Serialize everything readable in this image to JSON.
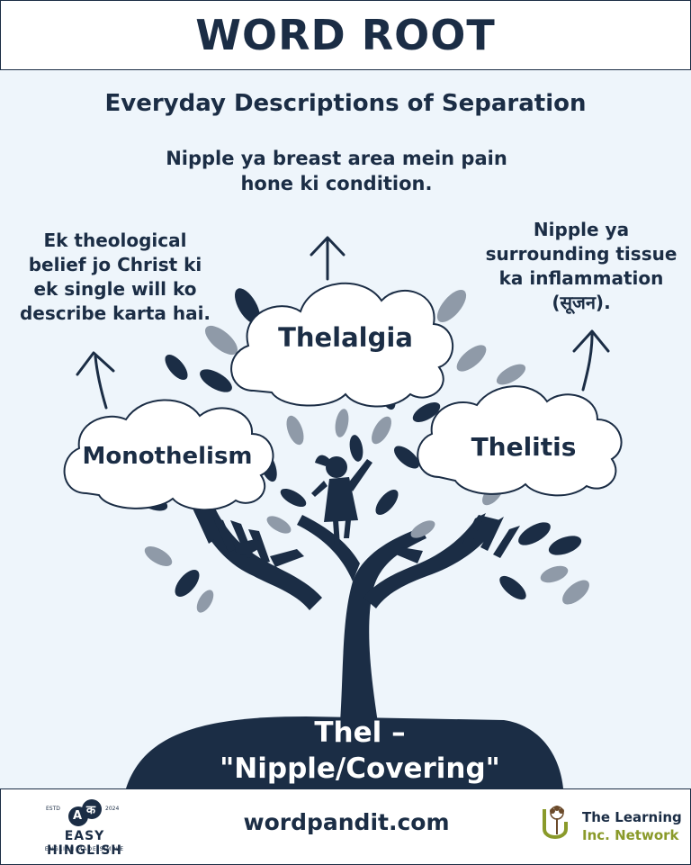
{
  "header": {
    "title": "WORD ROOT"
  },
  "main": {
    "subtitle": "Everyday Descriptions of Separation",
    "top_description": [
      "Nipple ya breast area mein pain",
      "hone ki condition."
    ],
    "left_description": [
      "Ek theological",
      "belief jo Christ ki",
      "ek single will ko",
      "describe karta hai."
    ],
    "right_description": [
      "Nipple ya",
      "surrounding tissue",
      "ka inflammation",
      "(सूजन)."
    ],
    "words": {
      "center": "Thelalgia",
      "left": "Monothelism",
      "right": "Thelitis"
    },
    "root": {
      "line1": "Thel –",
      "line2": "\"Nipple/Covering\""
    },
    "colors": {
      "navy": "#1b2d45",
      "background": "#eef5fb",
      "leaf_light": "#8f9aa8"
    }
  },
  "footer": {
    "website": "wordpandit.com",
    "left_logo": {
      "badge_a": "A",
      "badge_k": "क",
      "estd": "ESTD",
      "year": "2024",
      "name": "EASY HINGLISH",
      "tagline": "ENGLISH MADE SIMPLE"
    },
    "right_logo": {
      "line1": "The Learning",
      "line2": "Inc. Network",
      "icon": "tree-u-icon"
    }
  }
}
